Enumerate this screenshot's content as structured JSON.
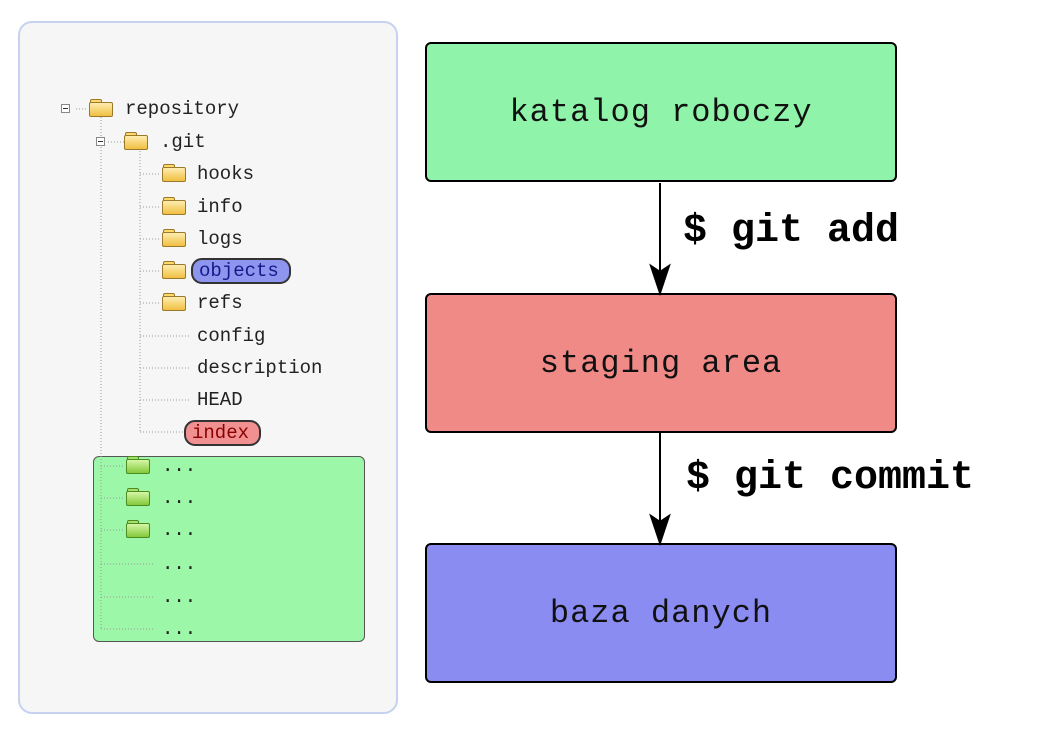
{
  "tree": {
    "root": "repository",
    "git_dir": ".git",
    "folders": [
      "hooks",
      "info",
      "logs",
      "objects",
      "refs"
    ],
    "files": [
      "config",
      "description",
      "HEAD",
      "index"
    ],
    "highlighted": {
      "objects": "#8d95ee",
      "index": "#f09090"
    },
    "working_dir_items": [
      "...",
      "...",
      "...",
      "...",
      "...",
      "..."
    ],
    "working_dir_color": "#9cf7a8"
  },
  "flow": {
    "working_directory": "katalog roboczy",
    "staging_area": "staging area",
    "database": "baza danych",
    "add_command": "$ git add",
    "commit_command": "$ git commit",
    "colors": {
      "working_directory": "#8ff4a9",
      "staging_area": "#f08a87",
      "database": "#8a8cf2"
    }
  }
}
